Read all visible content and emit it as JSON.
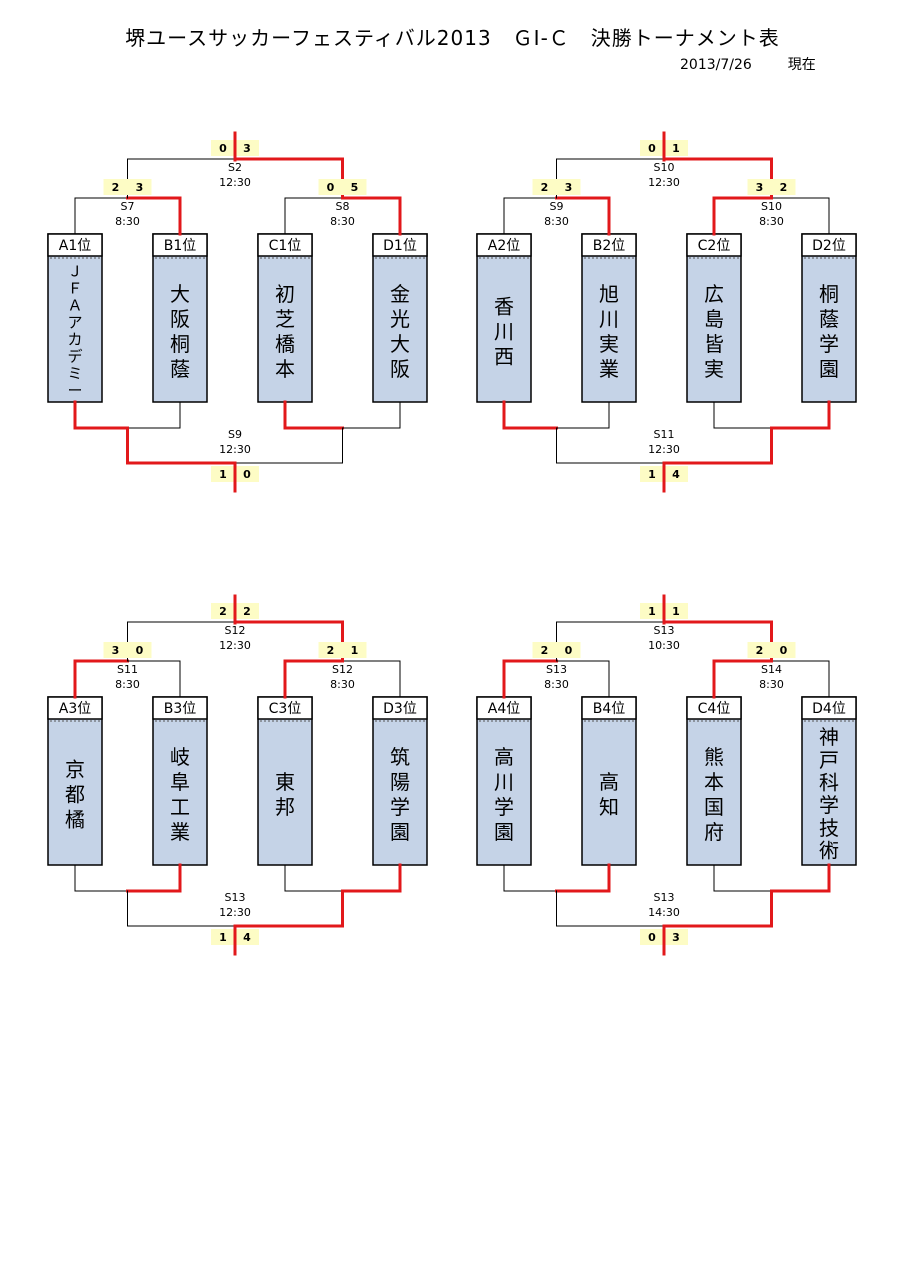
{
  "title": "堺ユースサッカーフェスティバル2013　ＧⅠ-Ｃ　決勝トーナメント表",
  "date": "2013/7/26",
  "date_suffix": "現在",
  "colors": {
    "win": "#e2181b",
    "line": "#000000",
    "team_box": "#c5d3e7",
    "score_bg": "#fdfcc5"
  },
  "brackets": [
    {
      "teams": [
        {
          "slot": "A1位",
          "name": "ＪＦＡアカデミー"
        },
        {
          "slot": "B1位",
          "name": "大阪桐蔭"
        },
        {
          "slot": "C1位",
          "name": "初芝橋本"
        },
        {
          "slot": "D1位",
          "name": "金光大阪"
        }
      ],
      "top": {
        "left": {
          "code": "S7",
          "time": "8:30",
          "score": [
            "2",
            "3"
          ],
          "winner": 1
        },
        "right": {
          "code": "S8",
          "time": "8:30",
          "score": [
            "0",
            "5"
          ],
          "winner": 1
        },
        "final": {
          "code": "S2",
          "time": "12:30",
          "score": [
            "0",
            "3"
          ],
          "winner": 1
        }
      },
      "bottom": {
        "left": {
          "winner": 0
        },
        "right": {
          "winner": 0
        },
        "final": {
          "code": "S9",
          "time": "12:30",
          "score": [
            "1",
            "0"
          ],
          "winner": 0
        }
      }
    },
    {
      "teams": [
        {
          "slot": "A2位",
          "name": "香川西"
        },
        {
          "slot": "B2位",
          "name": "旭川実業"
        },
        {
          "slot": "C2位",
          "name": "広島皆実"
        },
        {
          "slot": "D2位",
          "name": "桐蔭学園"
        }
      ],
      "top": {
        "left": {
          "code": "S9",
          "time": "8:30",
          "score": [
            "2",
            "3"
          ],
          "winner": 1
        },
        "right": {
          "code": "S10",
          "time": "8:30",
          "score": [
            "3",
            "2"
          ],
          "winner": 0
        },
        "final": {
          "code": "S10",
          "time": "12:30",
          "score": [
            "0",
            "1"
          ],
          "winner": 1
        }
      },
      "bottom": {
        "left": {
          "winner": 0
        },
        "right": {
          "winner": 1
        },
        "final": {
          "code": "S11",
          "time": "12:30",
          "score": [
            "1",
            "4"
          ],
          "winner": 1
        }
      }
    },
    {
      "teams": [
        {
          "slot": "A3位",
          "name": "京都橘"
        },
        {
          "slot": "B3位",
          "name": "岐阜工業"
        },
        {
          "slot": "C3位",
          "name": "東邦"
        },
        {
          "slot": "D3位",
          "name": "筑陽学園"
        }
      ],
      "top": {
        "left": {
          "code": "S11",
          "time": "8:30",
          "score": [
            "3",
            "0"
          ],
          "winner": 0
        },
        "right": {
          "code": "S12",
          "time": "8:30",
          "score": [
            "2",
            "1"
          ],
          "winner": 0
        },
        "final": {
          "code": "S12",
          "time": "12:30",
          "score": [
            "2",
            "2"
          ],
          "winner": 1
        }
      },
      "bottom": {
        "left": {
          "winner": 1
        },
        "right": {
          "winner": 1
        },
        "final": {
          "code": "S13",
          "time": "12:30",
          "score": [
            "1",
            "4"
          ],
          "winner": 1
        }
      }
    },
    {
      "teams": [
        {
          "slot": "A4位",
          "name": "高川学園"
        },
        {
          "slot": "B4位",
          "name": "高知"
        },
        {
          "slot": "C4位",
          "name": "熊本国府"
        },
        {
          "slot": "D4位",
          "name": "神戸科学技術"
        }
      ],
      "top": {
        "left": {
          "code": "S13",
          "time": "8:30",
          "score": [
            "2",
            "0"
          ],
          "winner": 0
        },
        "right": {
          "code": "S14",
          "time": "8:30",
          "score": [
            "2",
            "0"
          ],
          "winner": 0
        },
        "final": {
          "code": "S13",
          "time": "10:30",
          "score": [
            "1",
            "1"
          ],
          "winner": 1
        }
      },
      "bottom": {
        "left": {
          "winner": 1
        },
        "right": {
          "winner": 1
        },
        "final": {
          "code": "S13",
          "time": "14:30",
          "score": [
            "0",
            "3"
          ],
          "winner": 1
        }
      }
    }
  ]
}
